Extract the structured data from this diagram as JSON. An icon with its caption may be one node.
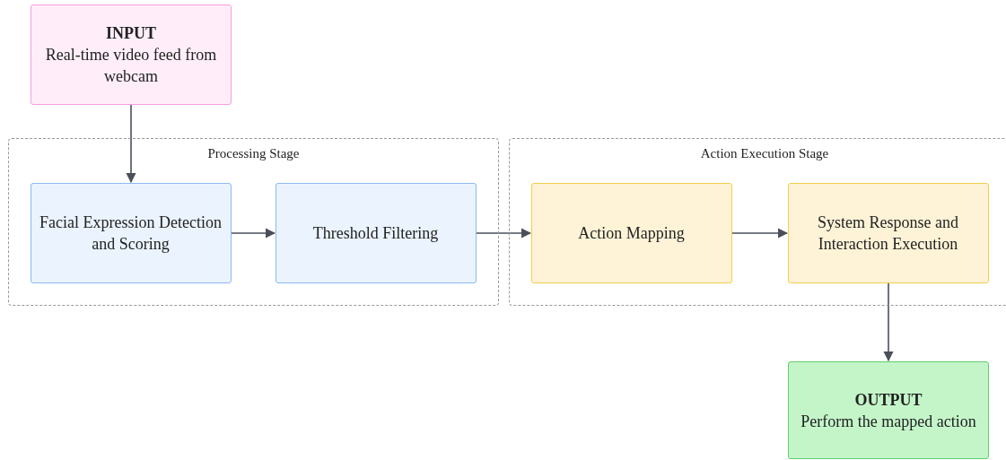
{
  "diagram": {
    "nodes": [
      {
        "text": [
          "INPUT",
          "Real-time video feed from webcam"
        ]
      },
      {
        "text": [
          "Processing Stage"
        ]
      },
      {
        "text": [
          "Facial Expression Detection and Scoring"
        ],
        "in": 1
      },
      {
        "text": [
          "Threshold Filtering"
        ],
        "in": 1
      },
      {
        "text": [
          "Action Execution Stage"
        ]
      },
      {
        "text": [
          "Action Mapping"
        ],
        "in": 4
      },
      {
        "text": [
          "System Response and Interaction Execution"
        ],
        "in": 4
      },
      {
        "text": [
          "OUTPUT",
          "Perform the mapped action"
        ]
      }
    ],
    "edges": [
      {
        "from": 0,
        "to": 2,
        "arrow": "to"
      },
      {
        "from": 2,
        "to": 3,
        "arrow": "to"
      },
      {
        "from": 3,
        "to": 5,
        "arrow": "to"
      },
      {
        "from": 5,
        "to": 6,
        "arrow": "to"
      },
      {
        "from": 6,
        "to": 7,
        "arrow": "to"
      }
    ]
  }
}
